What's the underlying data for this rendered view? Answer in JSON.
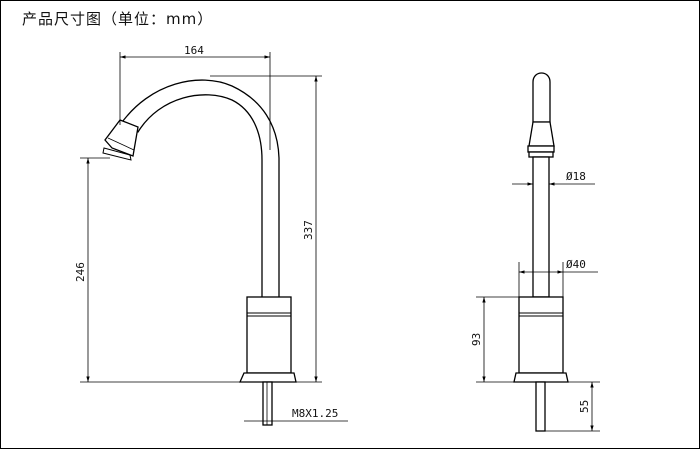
{
  "title": "产品尺寸图（单位：mm）",
  "dimensions": {
    "spout_reach": "164",
    "total_height": "337",
    "spout_height": "246",
    "thread": "M8X1.25",
    "neck_diameter": "Ø18",
    "base_diameter": "Ø40",
    "base_height": "93",
    "shank_length": "55"
  }
}
